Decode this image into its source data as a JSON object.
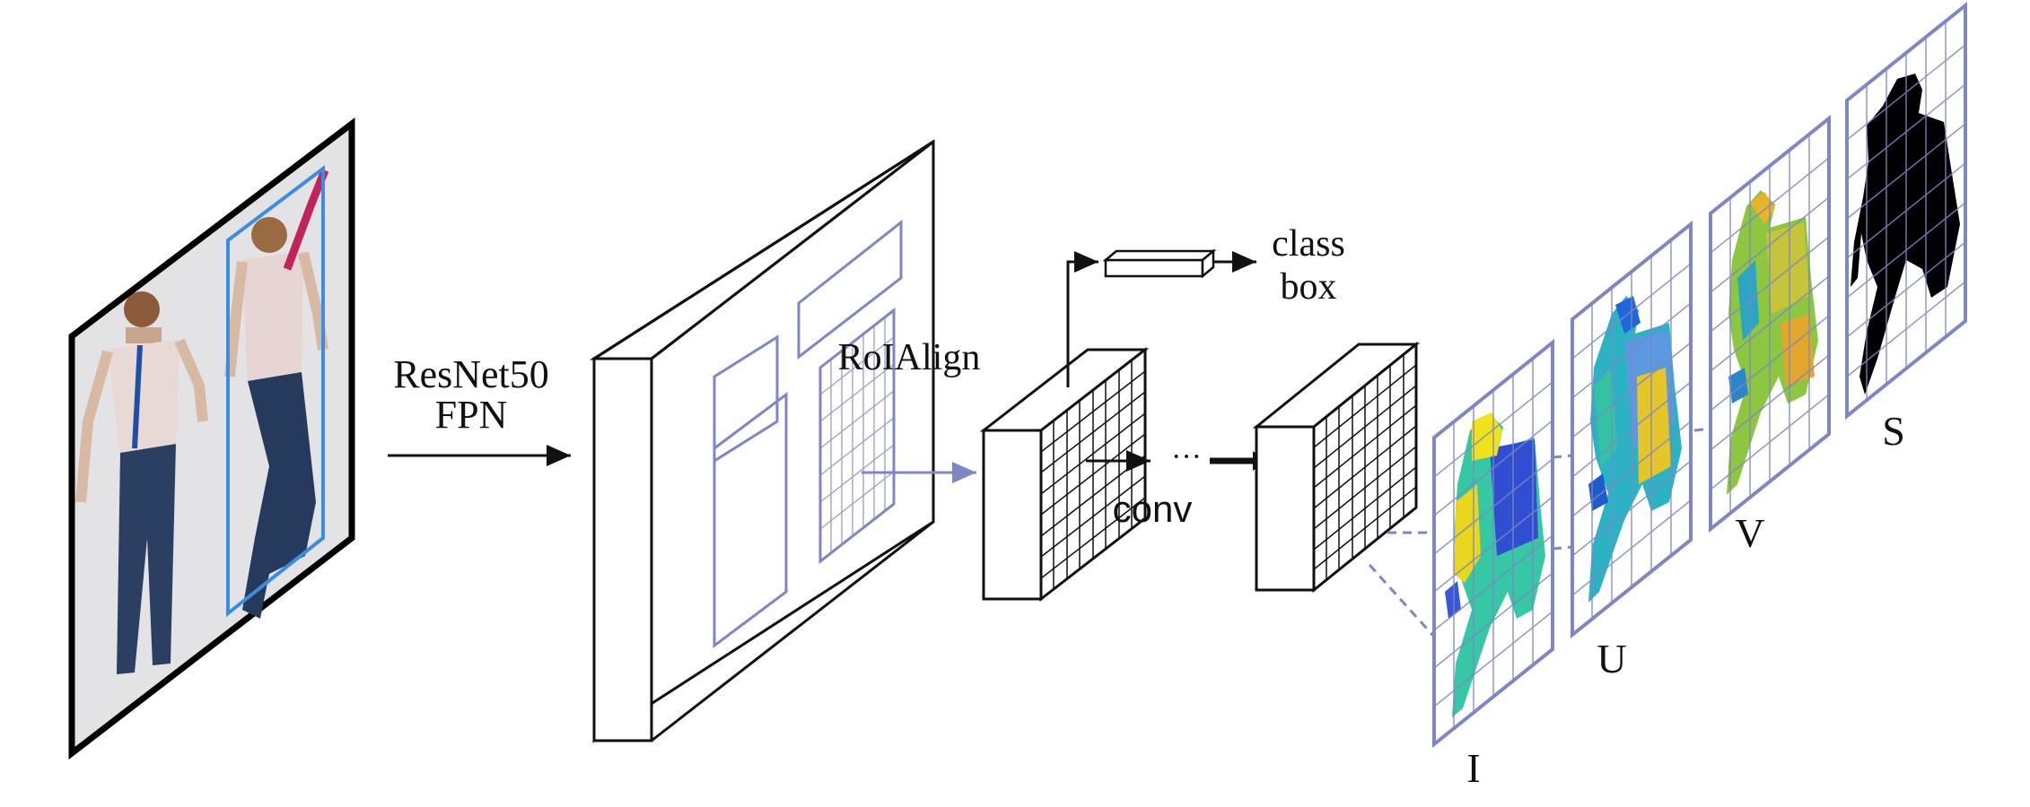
{
  "labels": {
    "backbone_line1": "ResNet50",
    "backbone_line2": "FPN",
    "roialign": "RoIAlign",
    "class": "class",
    "box": "box",
    "conv": "conv",
    "ellipsis": "···",
    "out_i": "I",
    "out_u": "U",
    "out_v": "V",
    "out_s": "S"
  },
  "colors": {
    "ink": "#111111",
    "roi": "#7f86c4",
    "output_frame": "#7f86c4",
    "detection_box": "#3b8de0",
    "tie": "#c0245a"
  }
}
